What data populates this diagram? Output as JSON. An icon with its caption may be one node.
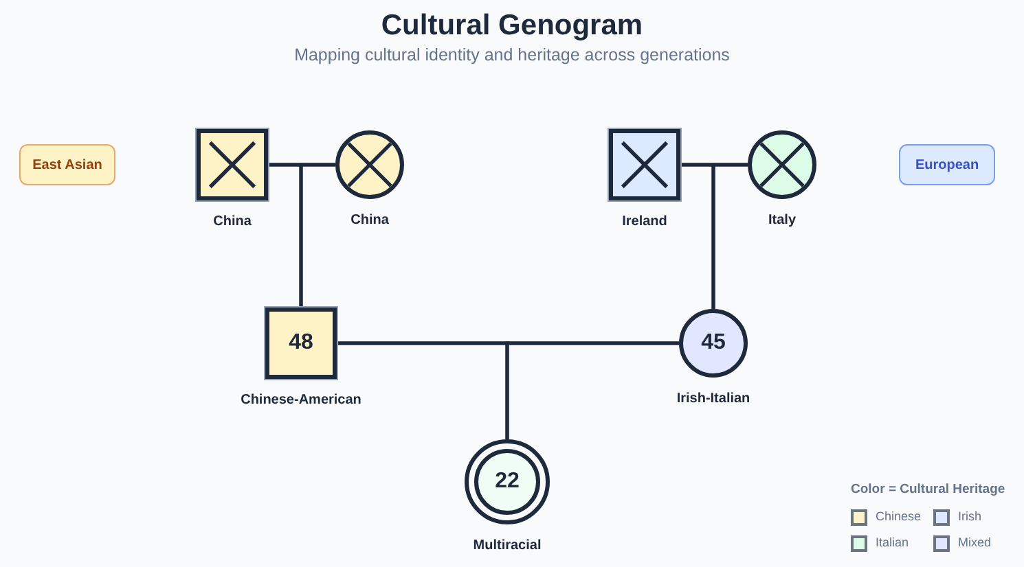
{
  "diagram": {
    "title": "Cultural Genogram",
    "caption": "Mapping cultural identity and heritage across generations",
    "nodes": [
      {
        "text": [
          "East Asian"
        ]
      },
      {
        "text": [],
        "shape": "box",
        "beside": [
          "China"
        ]
      },
      {
        "text": [],
        "shape": "circle",
        "beside": [
          "China"
        ]
      },
      {
        "text": [],
        "shape": "box",
        "beside": [
          "Ireland"
        ]
      },
      {
        "text": [],
        "shape": "circle",
        "beside": [
          "Italy"
        ]
      },
      {
        "text": [
          "European"
        ]
      },
      {
        "text": [
          "48"
        ],
        "beside": [
          "Chinese-American"
        ]
      },
      {
        "text": [
          "45"
        ],
        "beside": [
          "Irish-Italian"
        ]
      },
      {
        "text": [
          "22"
        ],
        "beside": [
          "Multiracial"
        ]
      }
    ],
    "edges": [
      {
        "from": 1,
        "to": 2,
        "arrow": "none"
      },
      {
        "from": 3,
        "to": 4,
        "arrow": "none"
      },
      {
        "from": 1,
        "to": 6,
        "arrow": "none"
      },
      {
        "from": 2,
        "to": 6,
        "arrow": "none"
      },
      {
        "from": 3,
        "to": 7,
        "arrow": "none"
      },
      {
        "from": 4,
        "to": 7,
        "arrow": "none"
      },
      {
        "from": 6,
        "to": 7,
        "arrow": "none"
      },
      {
        "from": 6,
        "to": 8,
        "arrow": "none"
      },
      {
        "from": 7,
        "to": 8,
        "arrow": "none"
      }
    ],
    "labels": [
      "Color = Cultural Heritage"
    ],
    "legend": [
      {
        "text": "Chinese",
        "color": "#fef3c7"
      },
      {
        "text": "Irish",
        "color": "#dbeafe"
      },
      {
        "text": "Italian",
        "color": "#dcfce7"
      },
      {
        "text": "Mixed",
        "color": "#e0e7ff"
      }
    ]
  }
}
